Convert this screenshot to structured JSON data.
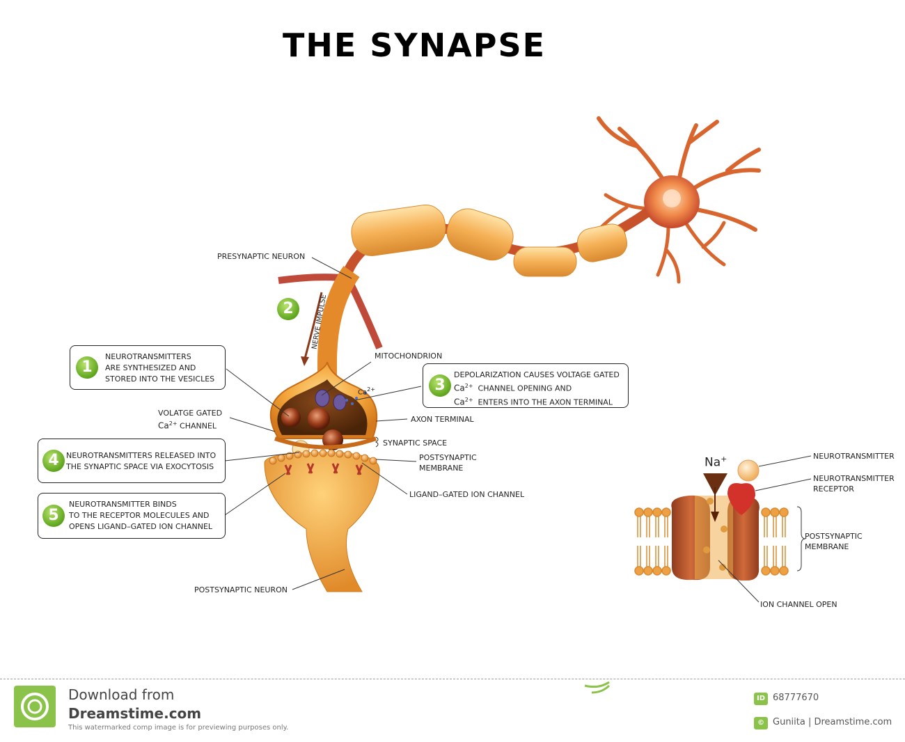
{
  "title": "THE SYNAPSE",
  "labels": {
    "presynaptic_neuron": "PRESYNAPTIC NEURON",
    "nerve_impulse": "NERVE IMPULSE",
    "mitochondrion": "MITOCHONDRION",
    "ca_small": "Ca",
    "voltage_gated_line1": "VOLATGE GATED",
    "voltage_gated_ca": "Ca",
    "voltage_gated_charge": "2+",
    "voltage_gated_line2": "CHANNEL",
    "axon_terminal": "AXON TERMINAL",
    "synaptic_space": "SYNAPTIC SPACE",
    "postsynaptic_membrane_line1": "POSTSYNAPTIC",
    "postsynaptic_membrane_line2": "MEMBRANE",
    "ligand_gated": "LIGAND–GATED ION CHANNEL",
    "postsynaptic_neuron": "POSTSYNAPTIC NEURON",
    "neurotransmitter": "NEUROTRANSMITTER",
    "nt_receptor_line1": "NEUROTRANSMITTER",
    "nt_receptor_line2": "RECEPTOR",
    "post_membrane_line1": "POSTSYNAPTIC",
    "post_membrane_line2": "MEMBRANE",
    "ion_channel_open": "ION CHANNEL OPEN",
    "na": "Na",
    "na_charge": "+",
    "charge_2plus": "2+"
  },
  "steps": [
    {
      "num": "1",
      "lines": [
        "NEUROTRANSMITTERS",
        "ARE SYNTHESIZED AND",
        "STORED INTO THE VESICLES"
      ]
    },
    {
      "num": "2"
    },
    {
      "num": "3",
      "line1": "DEPOLARIZATION CAUSES VOLTAGE GATED",
      "line2_ca": "Ca",
      "line2": "CHANNEL OPENING AND",
      "line3_ca": "Ca",
      "line3": "ENTERS INTO THE AXON TERMINAL"
    },
    {
      "num": "4",
      "lines": [
        "NEUROTRANSMITTERS RELEASED INTO",
        "THE SYNAPTIC SPACE VIA EXOCYTOSIS"
      ]
    },
    {
      "num": "5",
      "lines": [
        "NEUROTRANSMITTER BINDS",
        "TO THE RECEPTOR MOLECULES AND",
        "OPENS LIGAND–GATED ION CHANNEL"
      ]
    }
  ],
  "footer": {
    "download_from": "Download from",
    "site": "Dreamstime.com",
    "notice": "This watermarked comp image is for previewing purposes only.",
    "id_tag": "ID",
    "image_id": "68777670",
    "author": "Guniita | Dreamstime.com"
  },
  "colors": {
    "neuron_orange": "#f0a040",
    "neuron_dark": "#c0492a",
    "step_green": "#5fa51e",
    "receptor_red": "#d2322a"
  }
}
